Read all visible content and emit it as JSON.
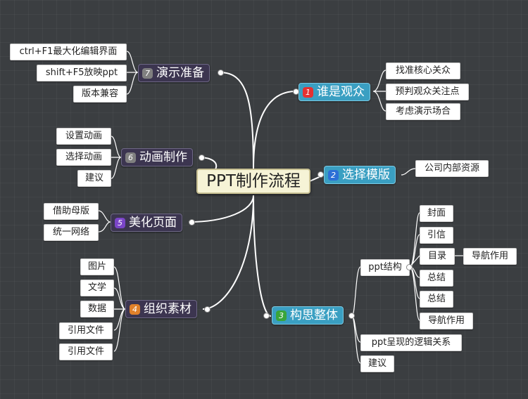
{
  "root": "PPT制作流程",
  "branches": [
    {
      "num": "1",
      "label": "谁是观众",
      "badge_color": "#e53131",
      "children": [
        "找准核心关众",
        "预判观众关注点",
        "考虑演示场合"
      ]
    },
    {
      "num": "2",
      "label": "选择模版",
      "badge_color": "#2c6fd6",
      "children": [
        "公司内部资源"
      ]
    },
    {
      "num": "3",
      "label": "构思整体",
      "badge_color": "#3aa53a",
      "children": [
        "ppt结构",
        "ppt呈现的逻辑关系",
        "建议"
      ],
      "ppt_structure": [
        "封面",
        "引信",
        "目录",
        "总结",
        "总结",
        "导航作用"
      ],
      "toc_child": "导航作用"
    },
    {
      "num": "4",
      "label": "组织素材",
      "badge_color": "#e0802a",
      "children": [
        "图片",
        "文学",
        "数据",
        "引用文件",
        "引用文件"
      ]
    },
    {
      "num": "5",
      "label": "美化页面",
      "badge_color": "#7b45c9",
      "children": [
        "借助母版",
        "统一网络"
      ]
    },
    {
      "num": "6",
      "label": "动画制作",
      "badge_color": "#808080",
      "children": [
        "设置动画",
        "选择动画",
        "建议"
      ]
    },
    {
      "num": "7",
      "label": "演示准备",
      "badge_color": "#808080",
      "children": [
        "ctrl+F1最大化编辑界面",
        "shift+F5放映ppt",
        "版本兼容"
      ]
    }
  ]
}
